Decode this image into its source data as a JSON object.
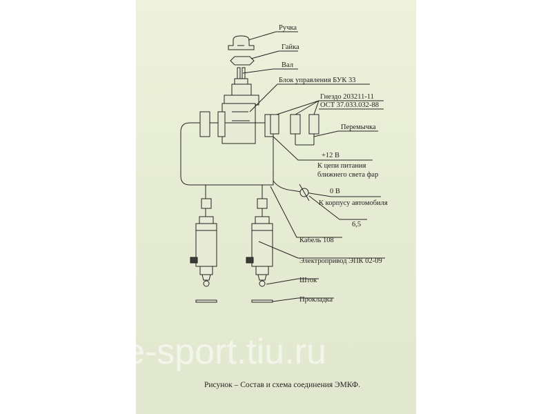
{
  "labels": {
    "handle": "Ручка",
    "nut": "Гайка",
    "shaft": "Вал",
    "control_unit": "Блок управления БУК 33",
    "socket_line1": "Гнездо 203211-11",
    "socket_line2": "ОСТ 37.033.032-88",
    "jumper": "Перемычка",
    "plus12": "+12 В",
    "power_line1": "К цепи питания",
    "power_line2": "ближнего света фар",
    "zero_v": "0 В",
    "ground": "К корпусу автомобиля",
    "dim_65": "6,5",
    "cable": "Кабель 108",
    "actuator": "Электропривод ЭПК 02-09",
    "rod": "Шток",
    "gasket": "Прокладка"
  },
  "caption": "Рисунок – Состав и схема соединения ЭМКФ.",
  "watermark": "se-sport.tiu.ru",
  "colors": {
    "paper": "#e6ecd3",
    "ink": "#222222"
  }
}
